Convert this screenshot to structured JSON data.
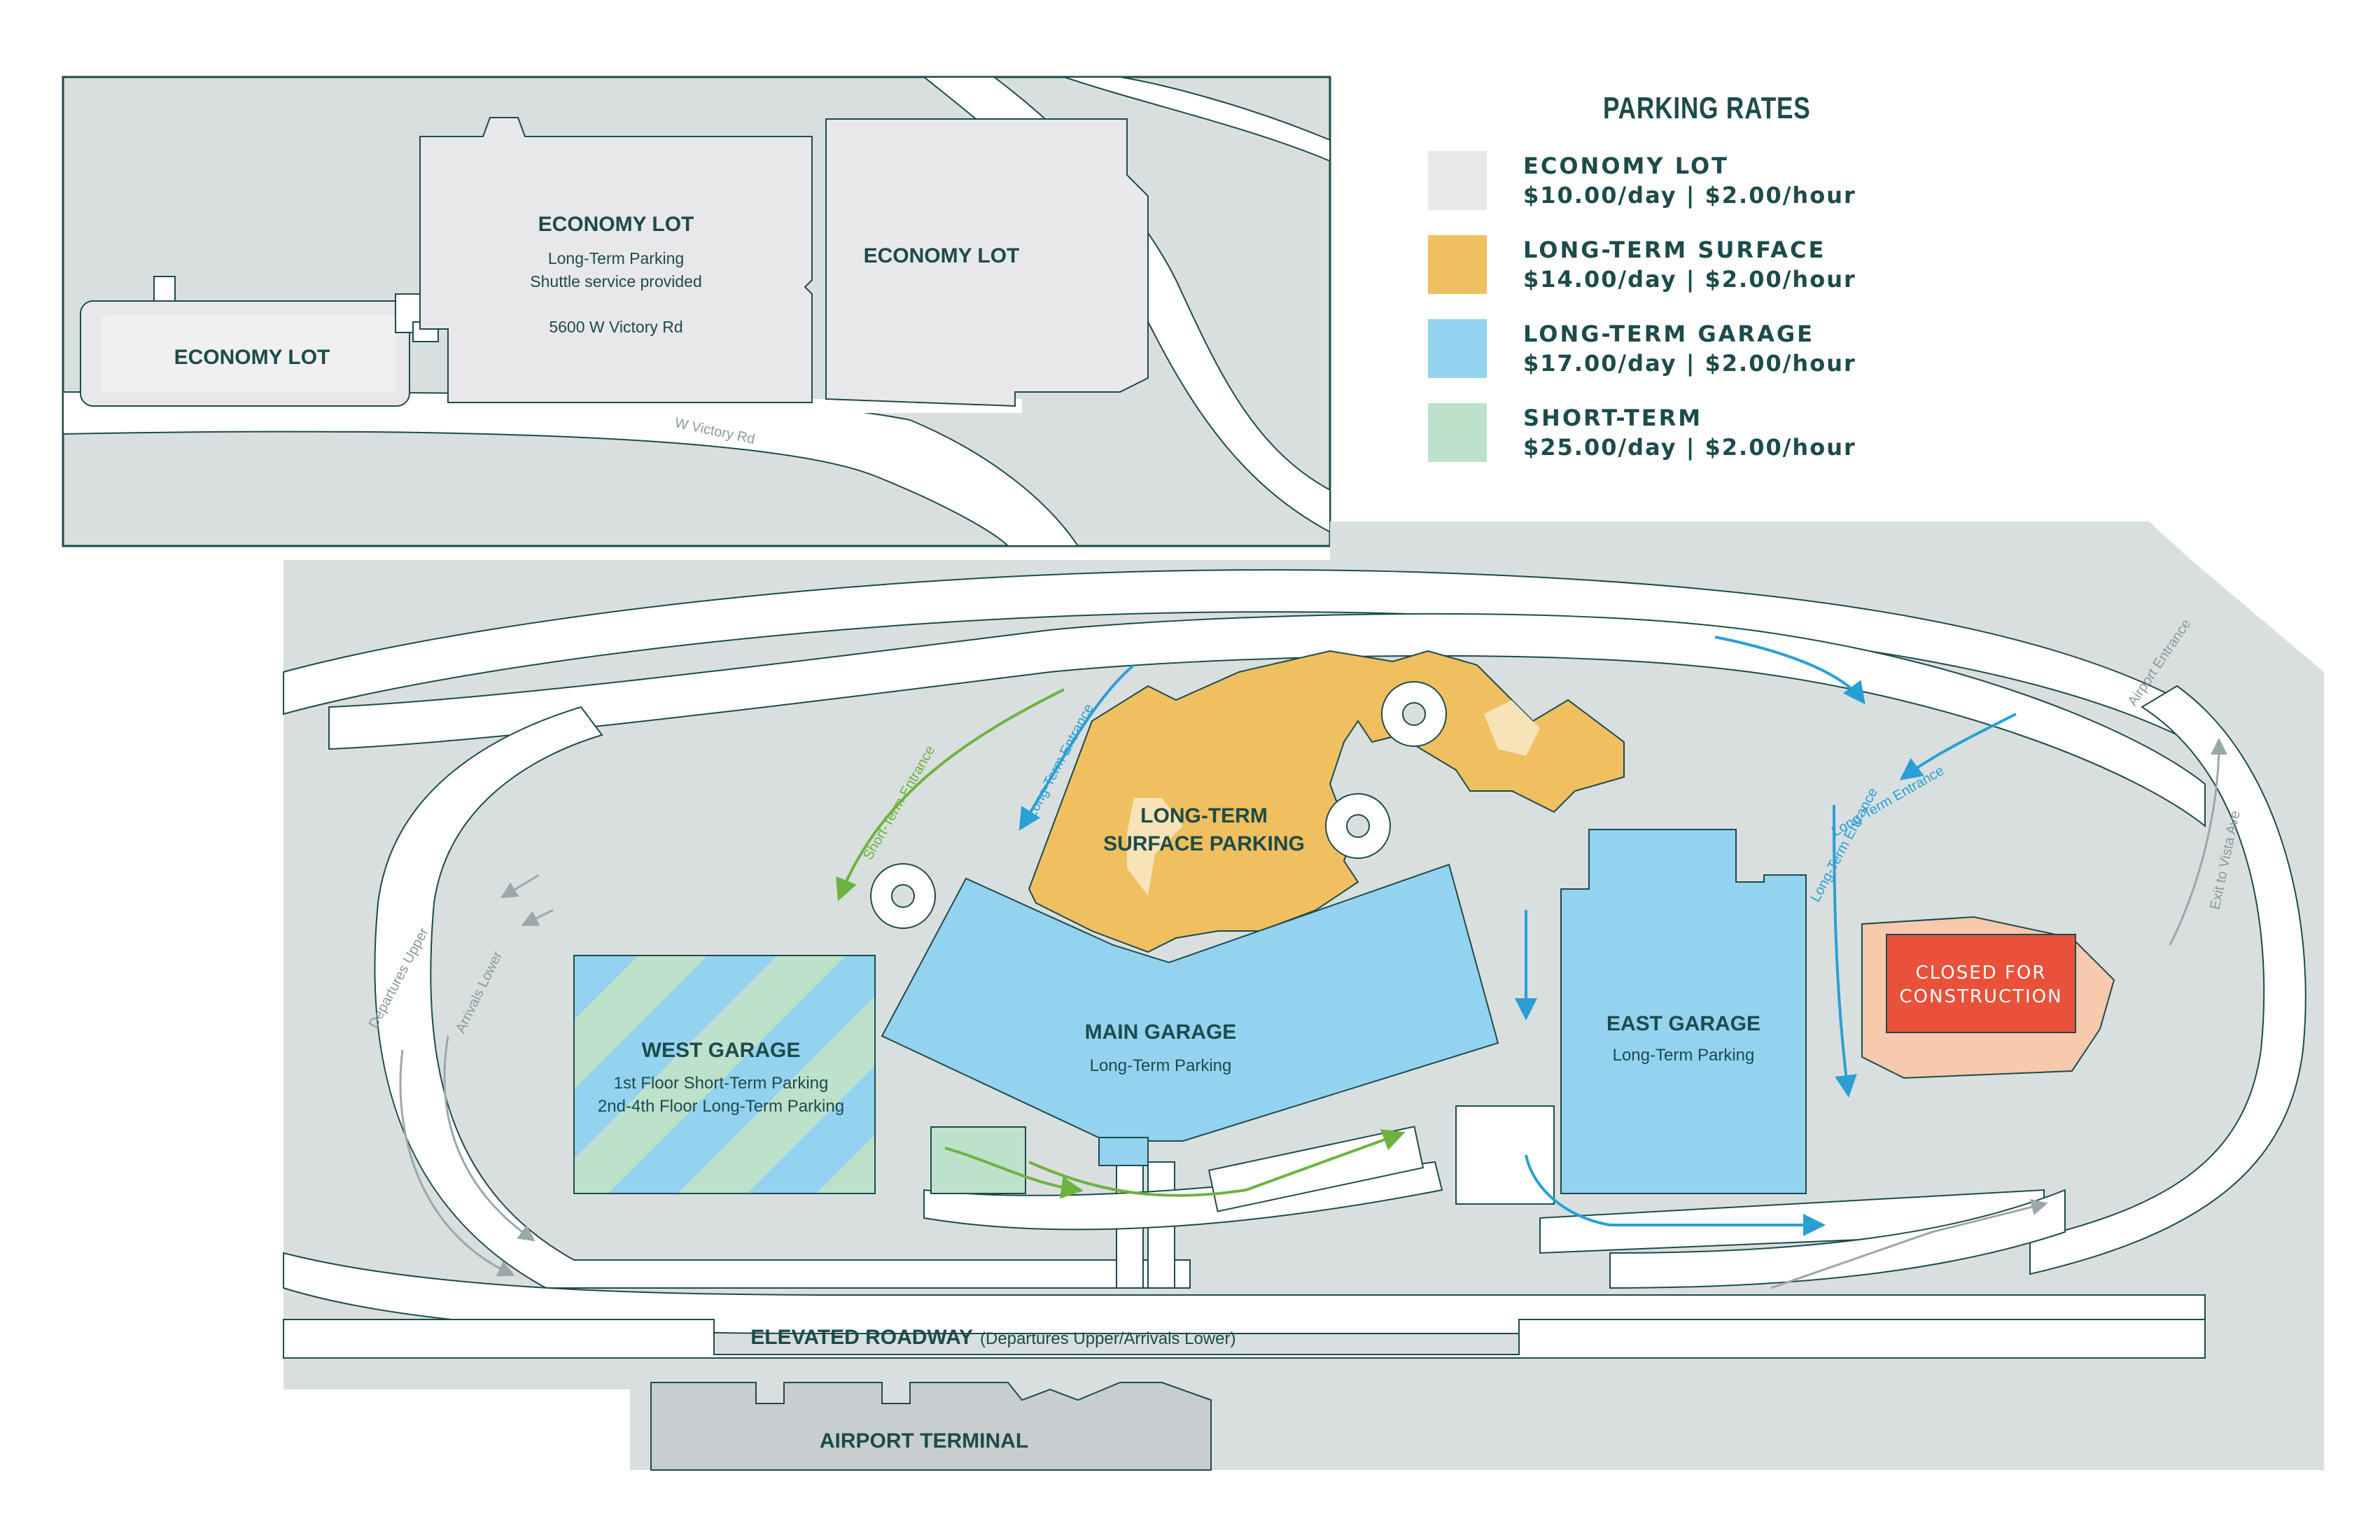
{
  "legend": {
    "title": "PARKING RATES",
    "items": [
      {
        "name": "ECONOMY LOT",
        "rate": "$10.00/day | $2.00/hour",
        "color": "#e8e8ea"
      },
      {
        "name": "LONG-TERM SURFACE",
        "rate": "$14.00/day | $2.00/hour",
        "color": "#f0bf5f"
      },
      {
        "name": "LONG-TERM GARAGE",
        "rate": "$17.00/day | $2.00/hour",
        "color": "#93d3f0"
      },
      {
        "name": "SHORT-TERM",
        "rate": "$25.00/day | $2.00/hour",
        "color": "#bde1cb"
      }
    ]
  },
  "inset": {
    "lot1": {
      "title": "ECONOMY LOT"
    },
    "lot2": {
      "title": "ECONOMY LOT",
      "line1": "Long-Term Parking",
      "line2": "Shuttle service provided",
      "address": "5600 W Victory Rd"
    },
    "lot3": {
      "title": "ECONOMY LOT"
    },
    "road": "W Victory Rd"
  },
  "map": {
    "surface": {
      "title1": "LONG-TERM",
      "title2": "SURFACE PARKING"
    },
    "main_garage": {
      "title": "MAIN GARAGE",
      "subtitle": "Long-Term Parking"
    },
    "west_garage": {
      "title": "WEST GARAGE",
      "line1": "1st Floor Short-Term Parking",
      "line2": "2nd-4th Floor Long-Term Parking"
    },
    "east_garage": {
      "title": "EAST GARAGE",
      "subtitle": "Long-Term Parking"
    },
    "closed": {
      "line1": "CLOSED FOR",
      "line2": "CONSTRUCTION"
    },
    "terminal": "AIRPORT TERMINAL",
    "elevated_title": "ELEVATED ROADWAY",
    "elevated_sub": "(Departures Upper/Arrivals Lower)",
    "departures_upper": "Departures Upper",
    "arrivals_lower": "Arrivals Lower",
    "short_term_entrance": "Short-Term Entrance",
    "long_term_entrance_1": "Long-Term Entrance",
    "long_term_entrance_2": "Long-Term Entrance",
    "long_term_entrance_3": "Long-Term Entrance",
    "airport_entrance": "Airport Entrance",
    "exit_vista": "Exit to Vista Ave"
  },
  "colors": {
    "grass": "#d9dfdf",
    "road": "#ffffff",
    "outline": "#1d4b4b",
    "economy": "#e8e8ea",
    "surface": "#f0bf5f",
    "garage": "#93d3f0",
    "short_term": "#bde1cb",
    "closed_area": "#f7c9ad",
    "closed_box": "#e9513a",
    "terminal": "#c8ced0",
    "short_term_arrow": "#6db33f",
    "long_term_arrow": "#2a9fd6"
  }
}
